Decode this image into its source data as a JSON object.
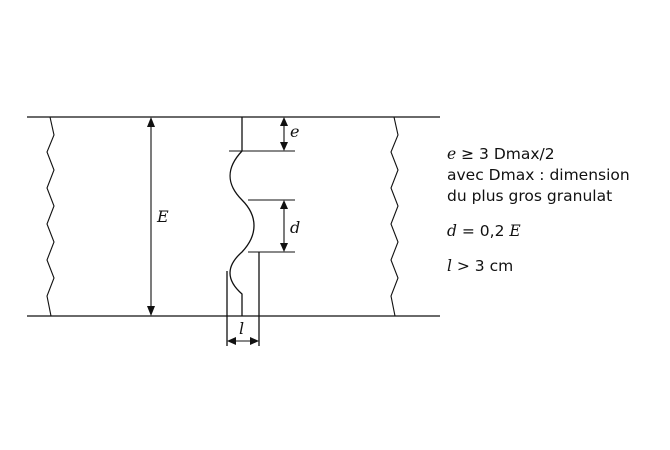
{
  "diagram": {
    "labels": {
      "E": "E",
      "e": "e",
      "d": "d",
      "l": "l"
    },
    "legend": {
      "line1": {
        "var": "e",
        "rest": " ≥ 3 Dmax/2"
      },
      "line2": "avec Dmax : dimension",
      "line3": "du plus gros granulat",
      "line4": {
        "var": "d",
        "mid": " = 0,2 ",
        "var2": "E"
      },
      "line5": {
        "var": "l",
        "rest": " > 3 cm"
      }
    },
    "colors": {
      "ink": "#111111",
      "background": "#ffffff"
    }
  }
}
